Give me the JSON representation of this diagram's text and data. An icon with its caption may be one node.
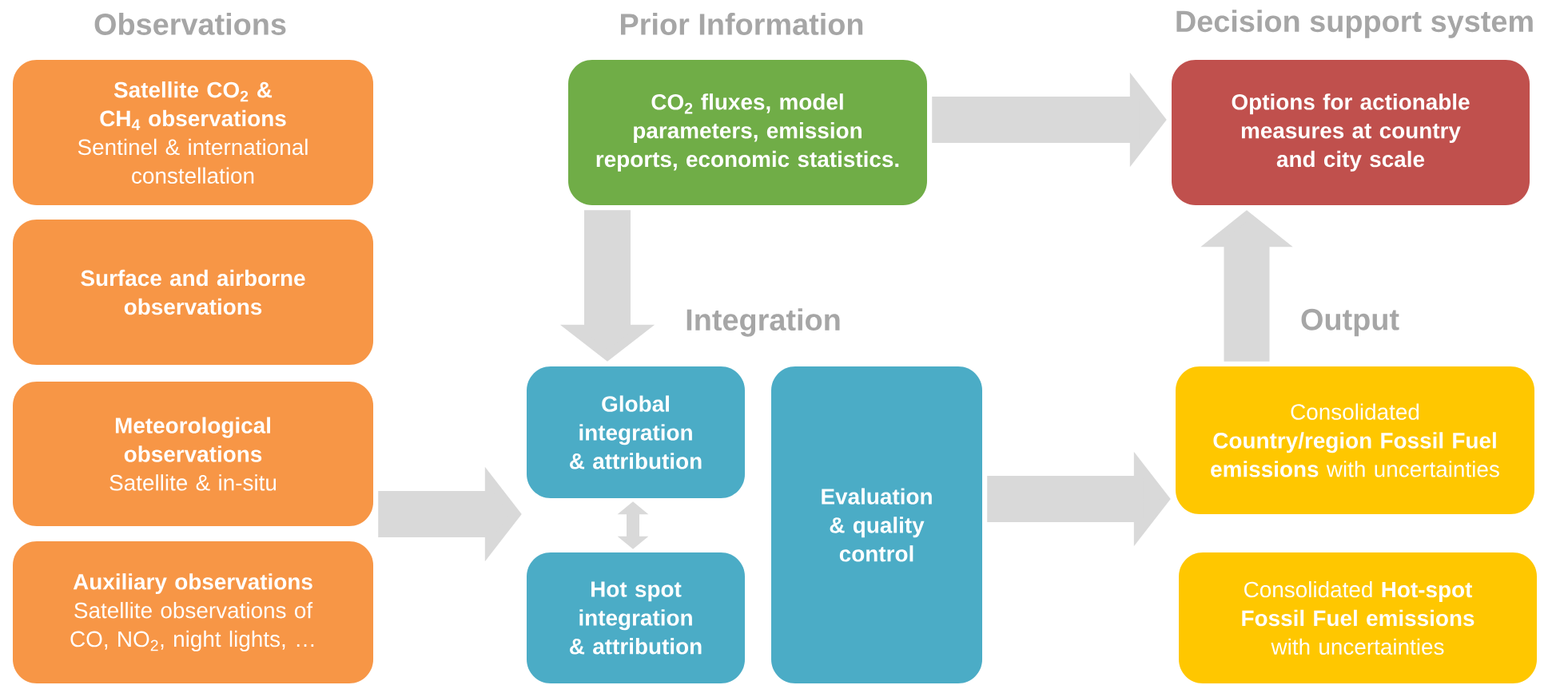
{
  "diagram": {
    "nodes": [
      {
        "text": [
          "Satellite CO$_{2}$ & CH$_{4}$ observations",
          "Sentinel & international constellation"
        ]
      },
      {
        "text": [
          "Surface and airborne observations"
        ]
      },
      {
        "text": [
          "Meteorological observations",
          "Satellite & in-situ"
        ]
      },
      {
        "text": [
          "Auxiliary observations",
          "Satellite observations of CO, NO$_{2}$, night lights, …"
        ]
      },
      {
        "text": [
          "CO$_{2}$ fluxes, model parameters, emission reports, economic statistics."
        ]
      },
      {
        "text": [
          "Global integration & attribution"
        ]
      },
      {
        "text": [
          "Hot spot integration & attribution"
        ]
      },
      {
        "text": [
          "Evaluation & quality control"
        ]
      },
      {
        "text": [
          "Options for actionable measures at country and city scale"
        ]
      },
      {
        "text": [
          "Consolidated **Country/region Fossil Fuel emissions** with uncertainties"
        ]
      },
      {
        "text": [
          "Consolidated **Hot-spot Fossil Fuel emissions** with uncertainties"
        ]
      }
    ],
    "edges": [
      {
        "from": 2,
        "to": 5,
        "arrow": "to"
      },
      {
        "from": 4,
        "to": 5,
        "arrow": "to"
      },
      {
        "from": 5,
        "to": 6,
        "arrow": "both"
      },
      {
        "from": 7,
        "to": 9,
        "arrow": "to"
      },
      {
        "from": 9,
        "to": 8,
        "arrow": "to"
      },
      {
        "from": 4,
        "to": 8,
        "arrow": "to"
      }
    ],
    "labels": [
      "Observations",
      "Prior Information",
      "Decision support system",
      "Integration",
      "Output"
    ]
  }
}
